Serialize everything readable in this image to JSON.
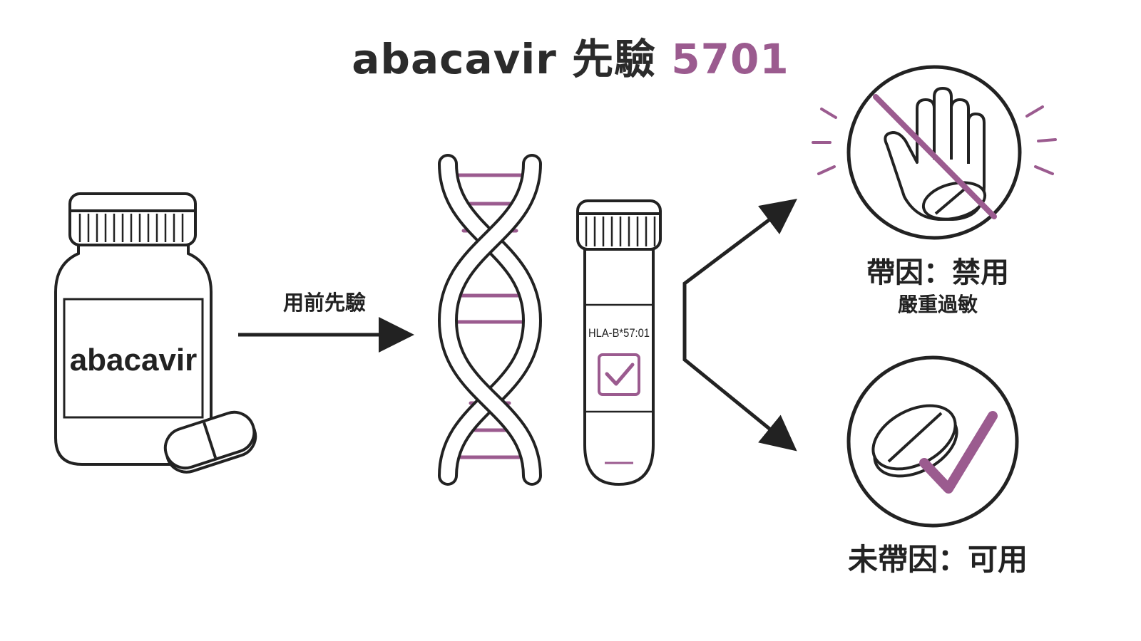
{
  "title": {
    "prefix": "abacavir 先驗 ",
    "accent": "5701"
  },
  "bottle": {
    "label": "abacavir"
  },
  "step_arrow": {
    "label": "用前先驗"
  },
  "test_tube": {
    "label": "HLA-B*57:01"
  },
  "outcomes": {
    "carrier": {
      "label": "帶因：禁用",
      "sub": "嚴重過敏"
    },
    "non_carrier": {
      "label": "未帶因：可用"
    }
  },
  "colors": {
    "accent": "#9b5b8f",
    "ink": "#222222"
  },
  "icons": [
    "medicine-bottle-icon",
    "pill-icon",
    "dna-helix-icon",
    "test-tube-icon",
    "checkbox-check-icon",
    "stop-hand-icon",
    "prohibited-slash-icon",
    "pill-check-icon"
  ]
}
